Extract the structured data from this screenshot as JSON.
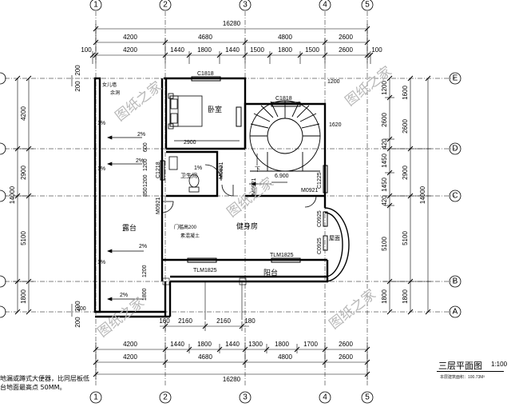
{
  "grid_labels_numbers": [
    "1",
    "2",
    "3",
    "4",
    "5"
  ],
  "grid_labels_letters": [
    "E",
    "D",
    "C",
    "B",
    "A"
  ],
  "dims_top": {
    "total": "16280",
    "row1": [
      "4200",
      "4680",
      "4800",
      "2600"
    ],
    "row2_edge": "100",
    "row2": [
      "4200",
      "1440",
      "1800",
      "1440",
      "1500",
      "1800",
      "1500",
      "2600"
    ]
  },
  "dims_bottom": {
    "inner": [
      "160",
      "2160",
      "2160",
      "180"
    ],
    "row1": [
      "4200",
      "1440",
      "1800",
      "1440",
      "1300",
      "1800",
      "1700",
      "2600"
    ],
    "row2": [
      "4200",
      "4680",
      "4800",
      "2600"
    ],
    "total": "16280"
  },
  "dims_left": {
    "outer": [
      "4200",
      "2900",
      "5100",
      "1800"
    ],
    "total": "14000",
    "edge": [
      "200",
      "200",
      "200",
      "200"
    ]
  },
  "dims_right": {
    "col1": [
      "1200",
      "2600",
      "420",
      "1450",
      "1450",
      "420",
      "5100",
      "1800"
    ],
    "col2": [
      "1600",
      "2600",
      "2900",
      "5100",
      "1800"
    ],
    "total": "14000"
  },
  "rooms": {
    "bedroom": "卧室",
    "bathroom": "卫生间",
    "terrace": "露台",
    "gym": "健身房",
    "balcony": "阳台",
    "bay": "屋面"
  },
  "door_window_labels": {
    "c1818_a": "C1818",
    "c1818_b": "C1818",
    "c1218": "C1218",
    "m0821": "M0821",
    "m0921_a": "M0921",
    "m0921_b": "M0921",
    "m0921_c": "M0921",
    "c1225": "C1225",
    "c0925_a": "C0925",
    "c0925_b": "C0925",
    "tlm1825_a": "TLM1825",
    "tlm1825_b": "TLM1825"
  },
  "annotations": {
    "slope": "2%",
    "slope_small": "1%",
    "height_2900": "2900",
    "level": "6.900",
    "vert_dims": [
      "600",
      "1200",
      "1200",
      "850"
    ],
    "parapet_line1": "女儿墙",
    "parapet_line2": "余洞",
    "down": "下",
    "sill_line1": "门槛高200",
    "sill_line2": "素混凝土",
    "dim_1620": "1620",
    "dim_1200": "1200",
    "dim_1800": "1800",
    "dim_100": "100"
  },
  "watermark": "图纸之家",
  "note_lines": [
    "地漏或蹲式大便器，比同层板低",
    "台地面最高点 50MM。"
  ],
  "title": {
    "main": "三层平面图",
    "scale": "1:100",
    "sub": "本层建筑面积：100.73M²"
  }
}
